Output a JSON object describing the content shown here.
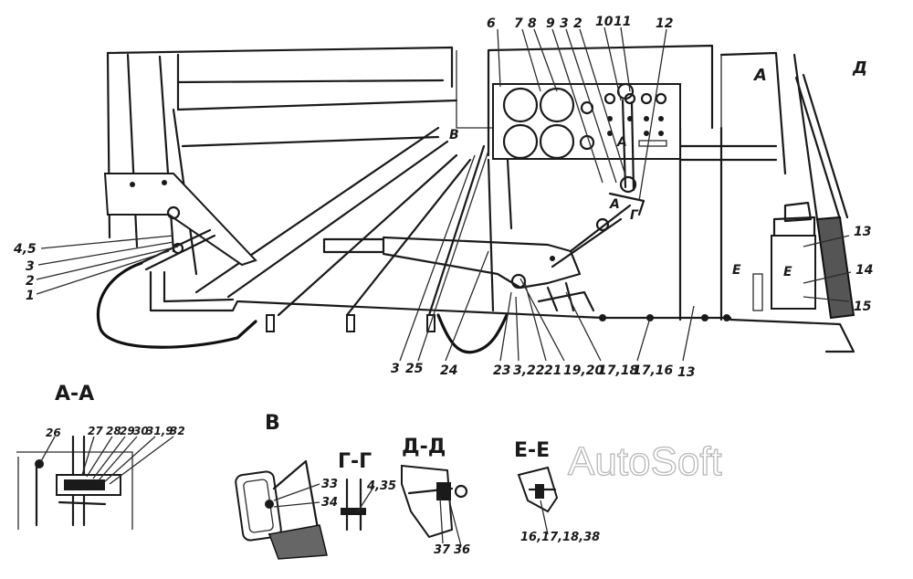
{
  "watermark": "AutoSoft",
  "sections": {
    "aa": "А-А",
    "v": "В",
    "gg": "Г-Г",
    "dd": "Д-Д",
    "ee": "Е-Е"
  },
  "view_marks": {
    "a_left": "А",
    "d_right": "Д",
    "a_mid": "А",
    "a_low": "А",
    "b_arrow": "В",
    "g_mark": "Г",
    "e_left": "Е",
    "e_right": "Е"
  },
  "callouts": {
    "c45": "4,5",
    "c3": "3",
    "c2": "2",
    "c1": "1",
    "c6": "6",
    "c7": "7",
    "c8": "8",
    "c9": "9",
    "c3top": "3",
    "c2top": "2",
    "c10": "10",
    "c11": "11",
    "c12": "12",
    "c13r": "13",
    "c14": "14",
    "c15": "15",
    "c3b": "3",
    "c25": "25",
    "c24": "24",
    "c23": "23",
    "c322": "3,22",
    "c21": "21",
    "c1920": "19,20",
    "c1718": "17,18",
    "c1716": "17,16",
    "c13b": "13",
    "c26": "26",
    "c27": "27",
    "c28": "28",
    "c29": "29",
    "c30": "30",
    "c31_9": "31,9",
    "c32": "32",
    "c33": "33",
    "c34": "34",
    "c435": "4,35",
    "c37": "37",
    "c36": "36",
    "c16171838": "16,17,18,38"
  }
}
